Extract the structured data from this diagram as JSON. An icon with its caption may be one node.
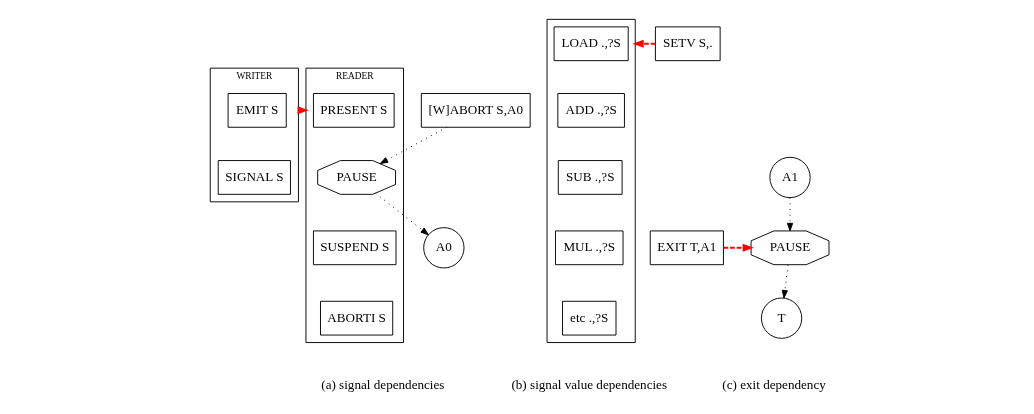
{
  "diagram": {
    "nodes": [
      {
        "text": [
          "WRITER"
        ]
      },
      {
        "text": [
          "EMIT S"
        ],
        "in": 0
      },
      {
        "text": [
          "SIGNAL S"
        ],
        "in": 0
      },
      {
        "text": [
          "READER"
        ]
      },
      {
        "text": [
          "PRESENT S"
        ],
        "in": 3
      },
      {
        "text": [
          "PAUSE"
        ],
        "in": 3
      },
      {
        "text": [
          "SUSPEND S"
        ],
        "in": 3
      },
      {
        "text": [
          "ABORTI S"
        ],
        "in": 3
      },
      {
        "text": [
          "[W]ABORT S,A0"
        ]
      },
      {
        "text": [
          "A0"
        ]
      },
      {
        "text": [
          "SETV S,."
        ]
      },
      {
        "text": [],
        "shape": "box"
      },
      {
        "text": [
          "LOAD .,?S"
        ],
        "in": 11
      },
      {
        "text": [
          "ADD .,?S"
        ],
        "in": 11
      },
      {
        "text": [
          "SUB .,?S"
        ],
        "in": 11
      },
      {
        "text": [
          "MUL .,?S"
        ],
        "in": 11
      },
      {
        "text": [
          "etc .,?S"
        ],
        "in": 11
      },
      {
        "text": [
          "EXIT T,A1"
        ]
      },
      {
        "text": [
          "A1"
        ]
      },
      {
        "text": [
          "PAUSE"
        ]
      },
      {
        "text": [
          "T"
        ]
      }
    ],
    "edges": [
      {
        "from": 0,
        "to": 3,
        "arrow": "to",
        "style": "dashed",
        "color": "#ff0000"
      },
      {
        "from": 8,
        "to": 5,
        "arrow": "to"
      },
      {
        "from": 5,
        "to": 9,
        "arrow": "to"
      },
      {
        "from": 10,
        "to": 11,
        "arrow": "to",
        "style": "dashed",
        "color": "#ff0000"
      },
      {
        "from": 17,
        "to": 19,
        "arrow": "to",
        "style": "dashed",
        "color": "#ff0000"
      },
      {
        "from": 18,
        "to": 19,
        "arrow": "to"
      },
      {
        "from": 19,
        "to": 20,
        "arrow": "to"
      }
    ],
    "labels": [
      "(a) signal dependencies",
      "(b) signal value dependencies",
      "(c) exit dependency"
    ]
  }
}
